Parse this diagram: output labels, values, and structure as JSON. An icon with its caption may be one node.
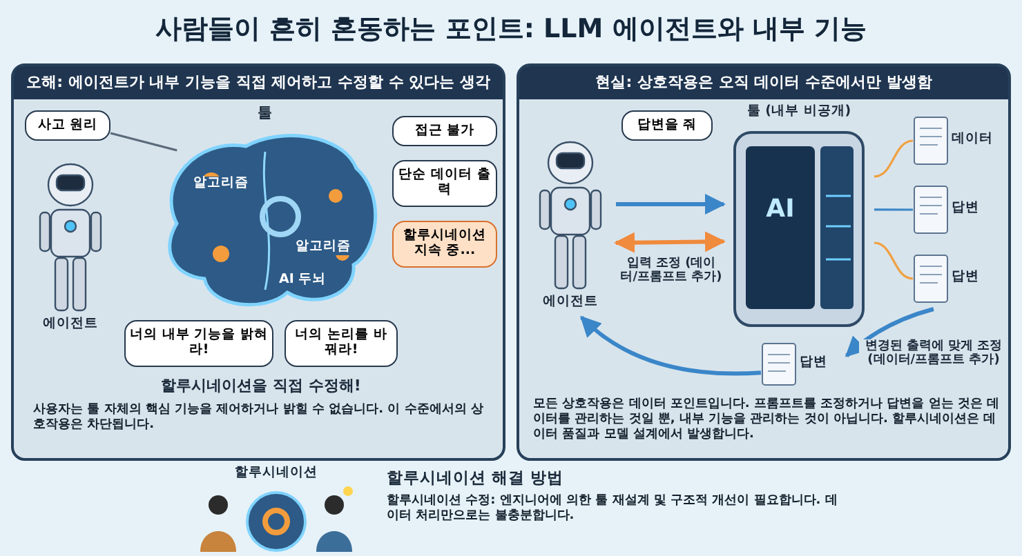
{
  "diagram": {
    "title": "사람들이 흔히 혼동하는 포인트: LLM 에이전트와 내부 기능",
    "nodes": [
      {
        "text": [
          "오해: 에이전트가 내부 기능을 직접 제어하고 수정할 수 있다는 생각",
          "할루시네이션을 직접 수정해!",
          "사용자는 툴 자체의 핵심 기능을 제어하거나 밝힐 수 없습니다. 이 수준에서의 상호작용은 차단됩니다."
        ]
      },
      {
        "text": [
          "툴",
          "알고리즘",
          "알고리즘",
          "AI 두뇌"
        ],
        "in": 0
      },
      {
        "text": [
          "에이전트"
        ],
        "in": 0
      },
      {
        "text": [
          "사고 원리"
        ],
        "in": 0
      },
      {
        "text": [
          "너의 내부 기능을 밝혀라!"
        ],
        "in": 0
      },
      {
        "text": [
          "너의 논리를 바꿔라!"
        ],
        "in": 0
      },
      {
        "text": [
          "접근 불가"
        ],
        "in": 0
      },
      {
        "text": [
          "단순 데이터 출력"
        ],
        "in": 0
      },
      {
        "text": [
          "할루시네이션 지속 중..."
        ],
        "in": 0
      },
      {
        "text": [
          "현실: 상호작용은 오직 데이터 수준에서만 발생함",
          "모든 상호작용은 데이터 포인트입니다. 프롬프트를 조정하거나 답변을 얻는 것은 데이터를 관리하는 것일 뿐, 내부 기능을 관리하는 것이 아닙니다. 할루시네이션은 데이터 품질과 모델 설계에서 발생합니다."
        ]
      },
      {
        "text": [
          "에이전트"
        ],
        "in": 9
      },
      {
        "text": [
          "답변을 줘"
        ],
        "in": 9
      },
      {
        "text": [
          "툴 (내부 비공개)",
          "AI"
        ],
        "in": 9
      },
      {
        "text": [
          "데이터"
        ],
        "in": 9
      },
      {
        "text": [
          "답변"
        ],
        "in": 9
      },
      {
        "text": [
          "답변"
        ],
        "in": 9
      },
      {
        "text": [
          "답변"
        ],
        "in": 9
      },
      {
        "text": [
          "할루시네이션",
          "할루시네이션 해결 방법",
          "할루시네이션 수정: 엔지니어에 의한 툴 재설계 및 구조적 개선이 필요합니다. 데이터 처리만으로는 불충분합니다."
        ]
      }
    ],
    "edges": [
      {
        "from": 3,
        "to": 1,
        "arrow": "none",
        "color": "#5a6a7a"
      },
      {
        "from": 10,
        "to": 12,
        "arrow": "to"
      },
      {
        "from": 10,
        "to": 12,
        "arrow": "both",
        "label": "입력 조정 (데이터/프롬프트 추가)",
        "color": "#f08a3c"
      },
      {
        "from": 12,
        "to": 13,
        "arrow": "none",
        "color": "#f0a040"
      },
      {
        "from": 12,
        "to": 14,
        "arrow": "none"
      },
      {
        "from": 12,
        "to": 15,
        "arrow": "none",
        "color": "#f0a040"
      },
      {
        "from": 15,
        "to": 16,
        "arrow": "to",
        "label": "변경된 출력에 맞게 조정 (데이터/프롬프트 추가)"
      },
      {
        "from": 16,
        "to": 10,
        "arrow": "to"
      }
    ]
  }
}
